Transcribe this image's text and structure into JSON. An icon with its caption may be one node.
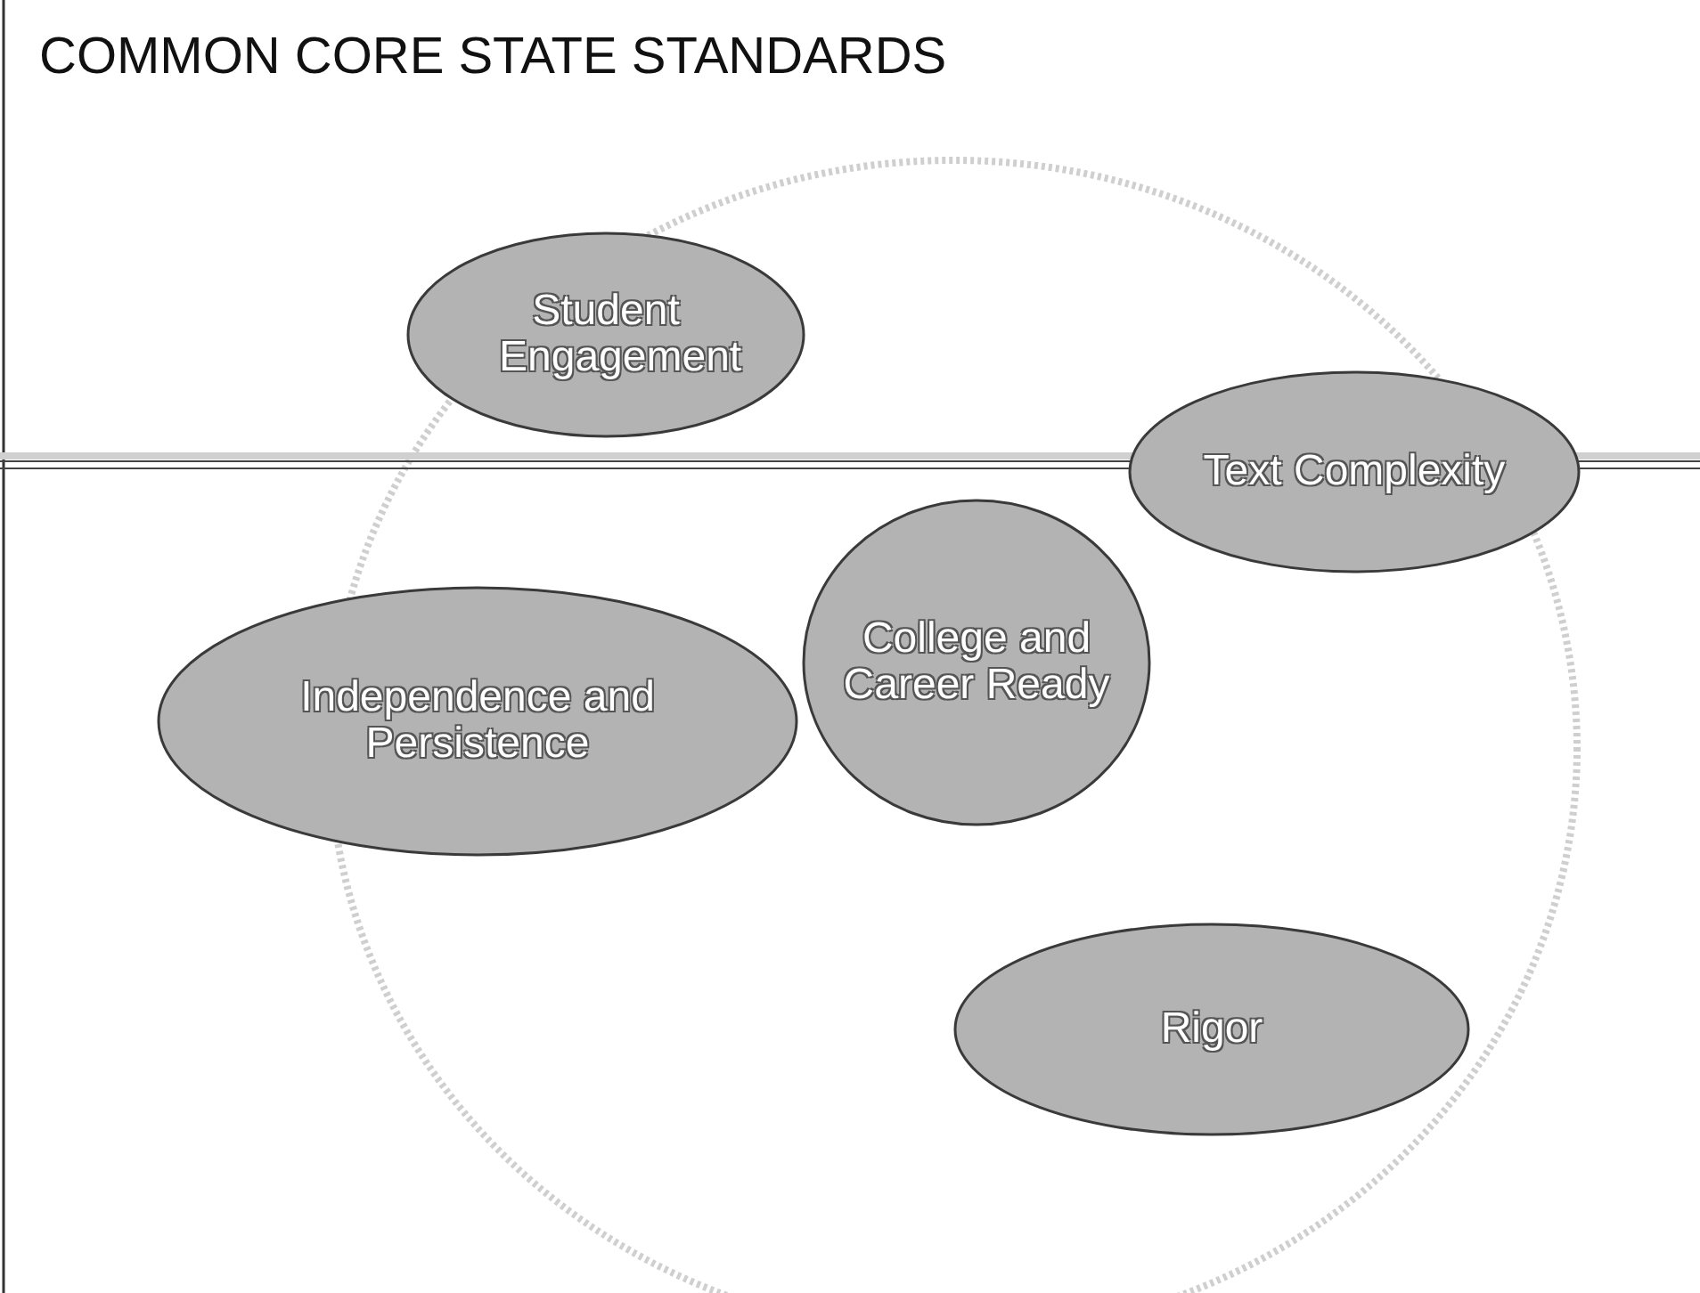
{
  "diagram": {
    "title": "COMMON CORE STATE STANDARDS",
    "nodes": [
      {
        "text": [
          "Student Engagement"
        ]
      },
      {
        "text": [
          "Text Complexity"
        ]
      },
      {
        "text": [
          "College and Career Ready"
        ]
      },
      {
        "text": [
          "Independence and Persistence"
        ]
      },
      {
        "text": [
          "Rigor"
        ]
      }
    ]
  }
}
